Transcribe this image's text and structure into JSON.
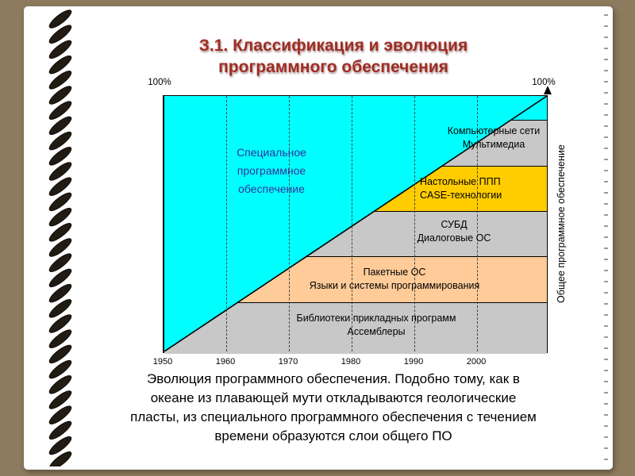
{
  "slide": {
    "title_line1": "З.1. Классификация и эволюция",
    "title_line2": "программного обеспечения",
    "caption_lines": [
      "Эволюция  программного обеспечения. Подобно тому, как в",
      "океане из плавающей мути откладываются геологические",
      "пласты, из специального программного обеспечения с течением",
      "времени образуются слои общего ПО"
    ]
  },
  "chart": {
    "percent_left": "100%",
    "percent_right": "100%",
    "right_axis_label": "Общее программное обеспечение",
    "special_region": {
      "line1": "Специальное",
      "line2": "программное",
      "line3": "обеспечение",
      "color": "#00FFFF"
    },
    "x_ticks": [
      "1950",
      "1960",
      "1970",
      "1980",
      "1990",
      "2000"
    ],
    "bands": [
      {
        "line1": "Компьютерные сети",
        "line2": "Мультимедиа",
        "color": "#C8C8C8"
      },
      {
        "line1": "Настольные ППП",
        "line2": "CASE-технологии",
        "color": "#FFCC00"
      },
      {
        "line1": "СУБД",
        "line2": "Диалоговые ОС",
        "color": "#C8C8C8"
      },
      {
        "line1": "Пакетные ОС",
        "line2": "Языки и системы программирования",
        "color": "#FFCC99"
      },
      {
        "line1": "Библиотеки прикладных программ",
        "line2": "Ассемблеры",
        "color": "#C8C8C8"
      }
    ]
  },
  "chart_data": {
    "type": "area",
    "title": "Эволюция программного обеспечения",
    "x_ticks": [
      1950,
      1960,
      1970,
      1980,
      1990,
      2000
    ],
    "top_level_label": "100%",
    "layers_bottom_to_top": [
      "Библиотеки прикладных программ / Ассемблеры",
      "Пакетные ОС / Языки и системы программирования",
      "СУБД / Диалоговые ОС",
      "Настольные ППП / CASE-технологии",
      "Компьютерные сети / Мультимедиа"
    ],
    "upper_left_region": "Специальное программное обеспечение",
    "right_axis": "Общее программное обеспечение"
  }
}
